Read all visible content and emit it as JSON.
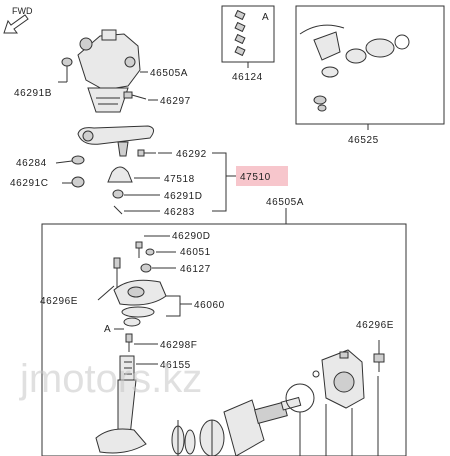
{
  "direction_label": "FWD",
  "watermark": "jmotors.kz",
  "highlight_color": "#f7c6cc",
  "callouts": {
    "c46505A_top": "46505A",
    "c46291B": "46291B",
    "c46297": "46297",
    "c46124": "46124",
    "c46124_A": "A",
    "c46525": "46525",
    "c46292": "46292",
    "c46284": "46284",
    "c47518": "47518",
    "c47510": "47510",
    "c46291C": "46291C",
    "c46291D": "46291D",
    "c46283": "46283",
    "c46505A_box": "46505A",
    "c46290D": "46290D",
    "c46051": "46051",
    "c46127": "46127",
    "c46296E_left": "46296E",
    "c46060": "46060",
    "c46298F": "46298F",
    "c46155": "46155",
    "c46296E_right": "46296E",
    "c_A_ref": "A"
  },
  "icons": {
    "direction": "fwd-arrow-icon"
  }
}
